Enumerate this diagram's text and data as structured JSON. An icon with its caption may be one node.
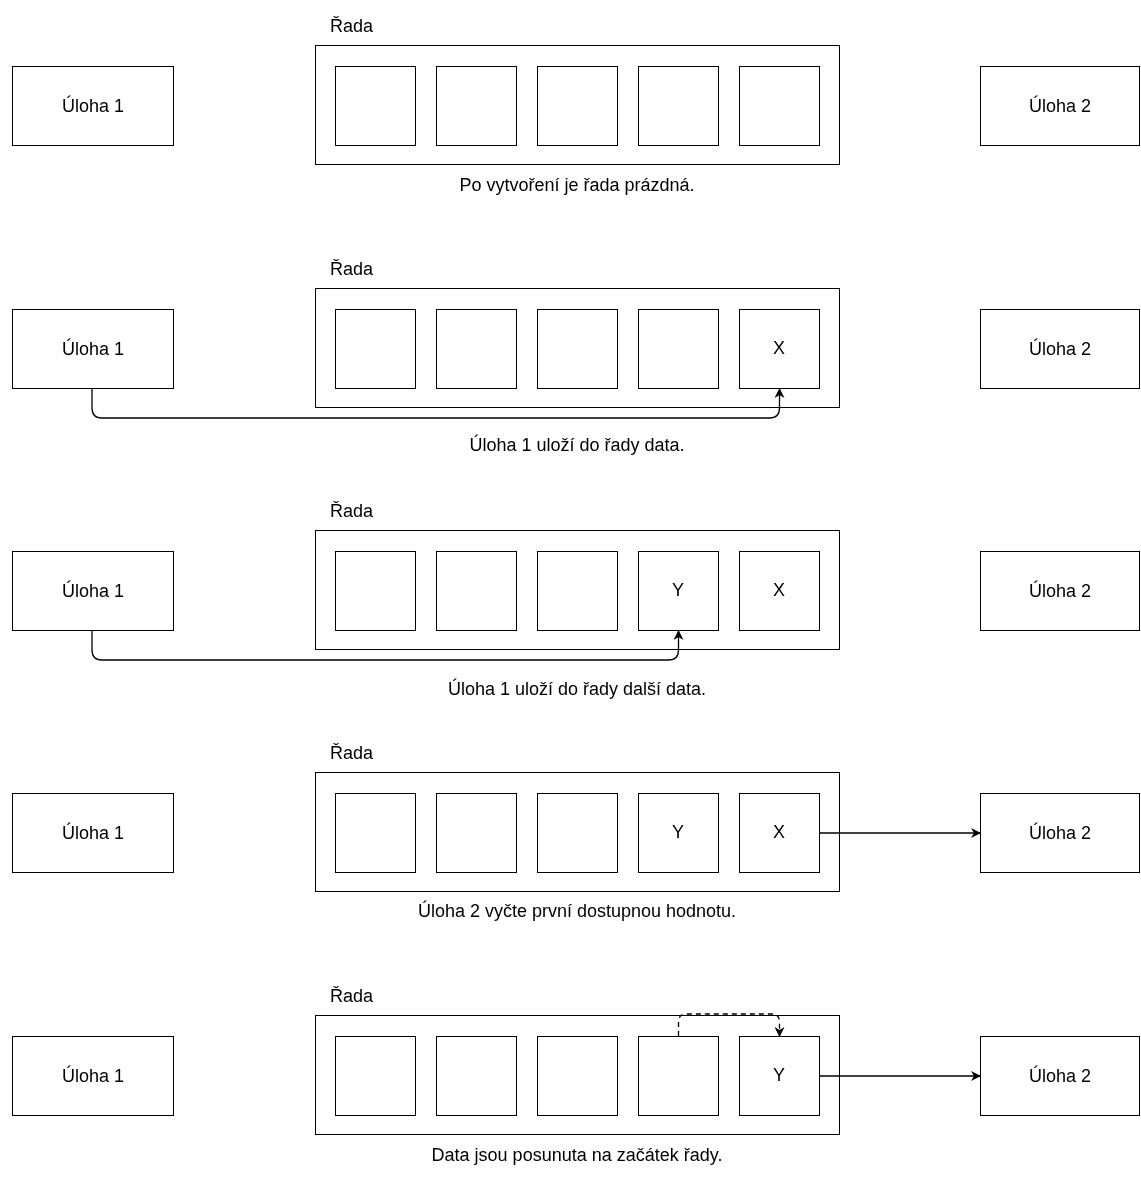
{
  "diagram": {
    "nodes": [
      {
        "text": [
          "Úloha 1"
        ]
      },
      {
        "text": [
          "Řada"
        ]
      },
      {
        "text": [],
        "shape": "box",
        "in": 1
      },
      {
        "text": [],
        "shape": "box",
        "in": 1
      },
      {
        "text": [],
        "shape": "box",
        "in": 1
      },
      {
        "text": [],
        "shape": "box",
        "in": 1
      },
      {
        "text": [],
        "shape": "box",
        "in": 1
      },
      {
        "text": [
          "Úloha 2"
        ]
      },
      {
        "text": [
          "Úloha 1"
        ]
      },
      {
        "text": [
          "Řada"
        ]
      },
      {
        "text": [],
        "shape": "box",
        "in": 9
      },
      {
        "text": [],
        "shape": "box",
        "in": 9
      },
      {
        "text": [],
        "shape": "box",
        "in": 9
      },
      {
        "text": [],
        "shape": "box",
        "in": 9
      },
      {
        "text": [
          "X"
        ],
        "in": 9
      },
      {
        "text": [
          "Úloha 2"
        ]
      },
      {
        "text": [
          "Úloha 1"
        ]
      },
      {
        "text": [
          "Řada"
        ]
      },
      {
        "text": [],
        "shape": "box",
        "in": 17
      },
      {
        "text": [],
        "shape": "box",
        "in": 17
      },
      {
        "text": [],
        "shape": "box",
        "in": 17
      },
      {
        "text": [
          "Y"
        ],
        "in": 17
      },
      {
        "text": [
          "X"
        ],
        "in": 17
      },
      {
        "text": [
          "Úloha 2"
        ]
      },
      {
        "text": [
          "Úloha 1"
        ]
      },
      {
        "text": [
          "Řada"
        ]
      },
      {
        "text": [],
        "shape": "box",
        "in": 25
      },
      {
        "text": [],
        "shape": "box",
        "in": 25
      },
      {
        "text": [],
        "shape": "box",
        "in": 25
      },
      {
        "text": [
          "Y"
        ],
        "in": 25
      },
      {
        "text": [
          "X"
        ],
        "in": 25
      },
      {
        "text": [
          "Úloha 2"
        ]
      },
      {
        "text": [
          "Úloha 1"
        ]
      },
      {
        "text": [
          "Řada"
        ]
      },
      {
        "text": [],
        "shape": "box",
        "in": 33
      },
      {
        "text": [],
        "shape": "box",
        "in": 33
      },
      {
        "text": [],
        "shape": "box",
        "in": 33
      },
      {
        "text": [],
        "shape": "box",
        "in": 33
      },
      {
        "text": [
          "Y"
        ],
        "in": 33
      },
      {
        "text": [
          "Úloha 2"
        ]
      }
    ],
    "edges": [
      {
        "from": 8,
        "to": 14,
        "arrow": "to"
      },
      {
        "from": 16,
        "to": 21,
        "arrow": "to"
      },
      {
        "from": 30,
        "to": 31,
        "arrow": "to"
      },
      {
        "from": 37,
        "to": 38,
        "arrow": "to",
        "style": "dashed"
      },
      {
        "from": 38,
        "to": 39,
        "arrow": "to"
      }
    ],
    "labels": [
      "Po vytvoření je řada prázdná.",
      "Úloha 1 uloží do řady data.",
      "Úloha 1 uloží do řady další data.",
      "Úloha 2 vyčte první dostupnou hodnotu.",
      "Data jsou posunuta na začátek řady."
    ]
  }
}
